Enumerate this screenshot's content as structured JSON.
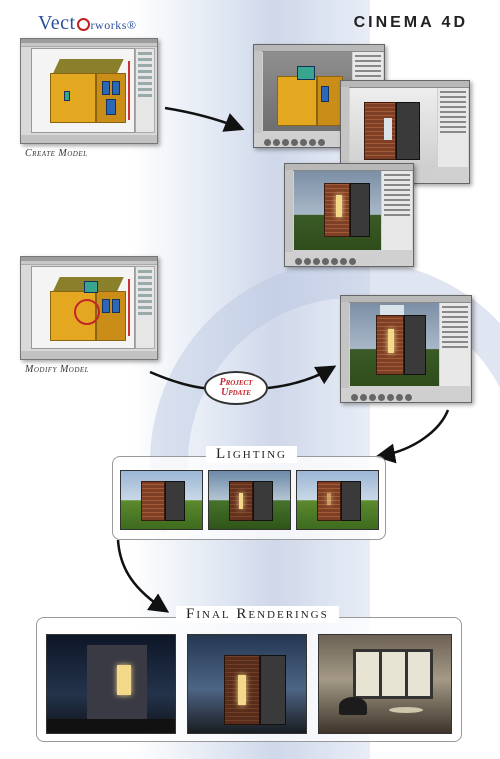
{
  "logos": {
    "vectorworks_prefix": "Vect",
    "vectorworks_suffix": "rworks",
    "vectorworks_reg": "®",
    "cinema4d": "CINEMA 4D"
  },
  "steps": {
    "create_model": "Create Model",
    "modify_model": "Modify Model",
    "project_update_line1": "Project",
    "project_update_line2": "Update"
  },
  "sections": {
    "lighting": "Lighting",
    "final_renderings": "Final Renderings"
  },
  "colors": {
    "accent_red": "#c0262c",
    "vectorworks_blue": "#2a4fa0",
    "house_orange": "#e4a720",
    "brick": "#a35a36"
  },
  "icons": [
    "curved-arrow-icon",
    "vectorworks-logo-icon",
    "cinema4d-logo-icon"
  ]
}
